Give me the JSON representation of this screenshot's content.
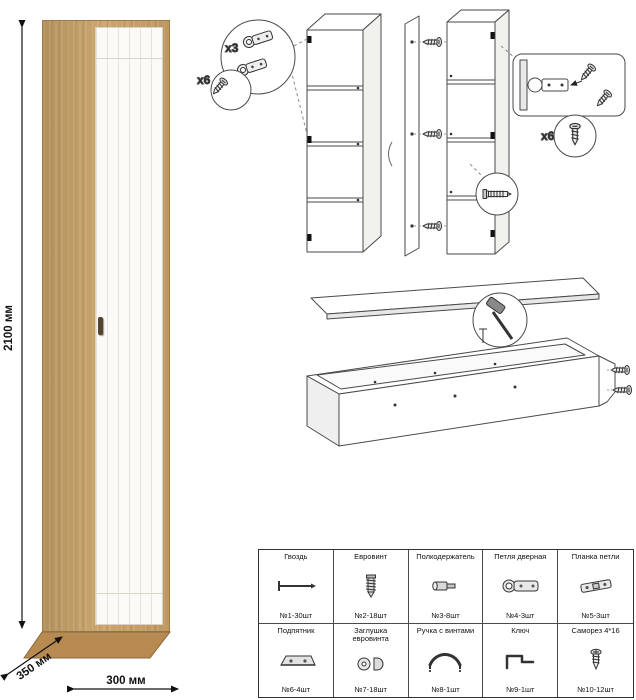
{
  "cabinet": {
    "height_label": "2100 мм",
    "depth_label": "350 мм",
    "width_label": "300 мм"
  },
  "callouts": {
    "hinge_count": "x3",
    "screw_count_left": "x6",
    "screw_count_right": "x6"
  },
  "colors": {
    "wood": "#c7a065",
    "wood_dark": "#b68a50",
    "door": "#fbfaf6",
    "line": "#4a4a4a"
  },
  "parts": {
    "rows": [
      [
        {
          "name": "Гвоздь",
          "qty": "№1-30шт",
          "icon": "nail-icon"
        },
        {
          "name": "Евровинт",
          "qty": "№2-18шт",
          "icon": "euroscrew-icon"
        },
        {
          "name": "Полкодержатель",
          "qty": "№3-8шт",
          "icon": "shelf-support-icon"
        },
        {
          "name": "Петля дверная",
          "qty": "№4-3шт",
          "icon": "door-hinge-icon"
        },
        {
          "name": "Планка петли",
          "qty": "№5-3шт",
          "icon": "hinge-plate-icon"
        }
      ],
      [
        {
          "name": "Подпятник",
          "qty": "№6-4шт",
          "icon": "foot-glide-icon"
        },
        {
          "name": "Заглушка евровинта",
          "qty": "№7-18шт",
          "icon": "cap-icon"
        },
        {
          "name": "Ручка с винтами",
          "qty": "№8-1шт",
          "icon": "handle-icon"
        },
        {
          "name": "Ключ",
          "qty": "№9-1шт",
          "icon": "key-icon"
        },
        {
          "name": "Саморез 4*16",
          "qty": "№10-12шт",
          "icon": "screw-icon"
        }
      ]
    ]
  }
}
